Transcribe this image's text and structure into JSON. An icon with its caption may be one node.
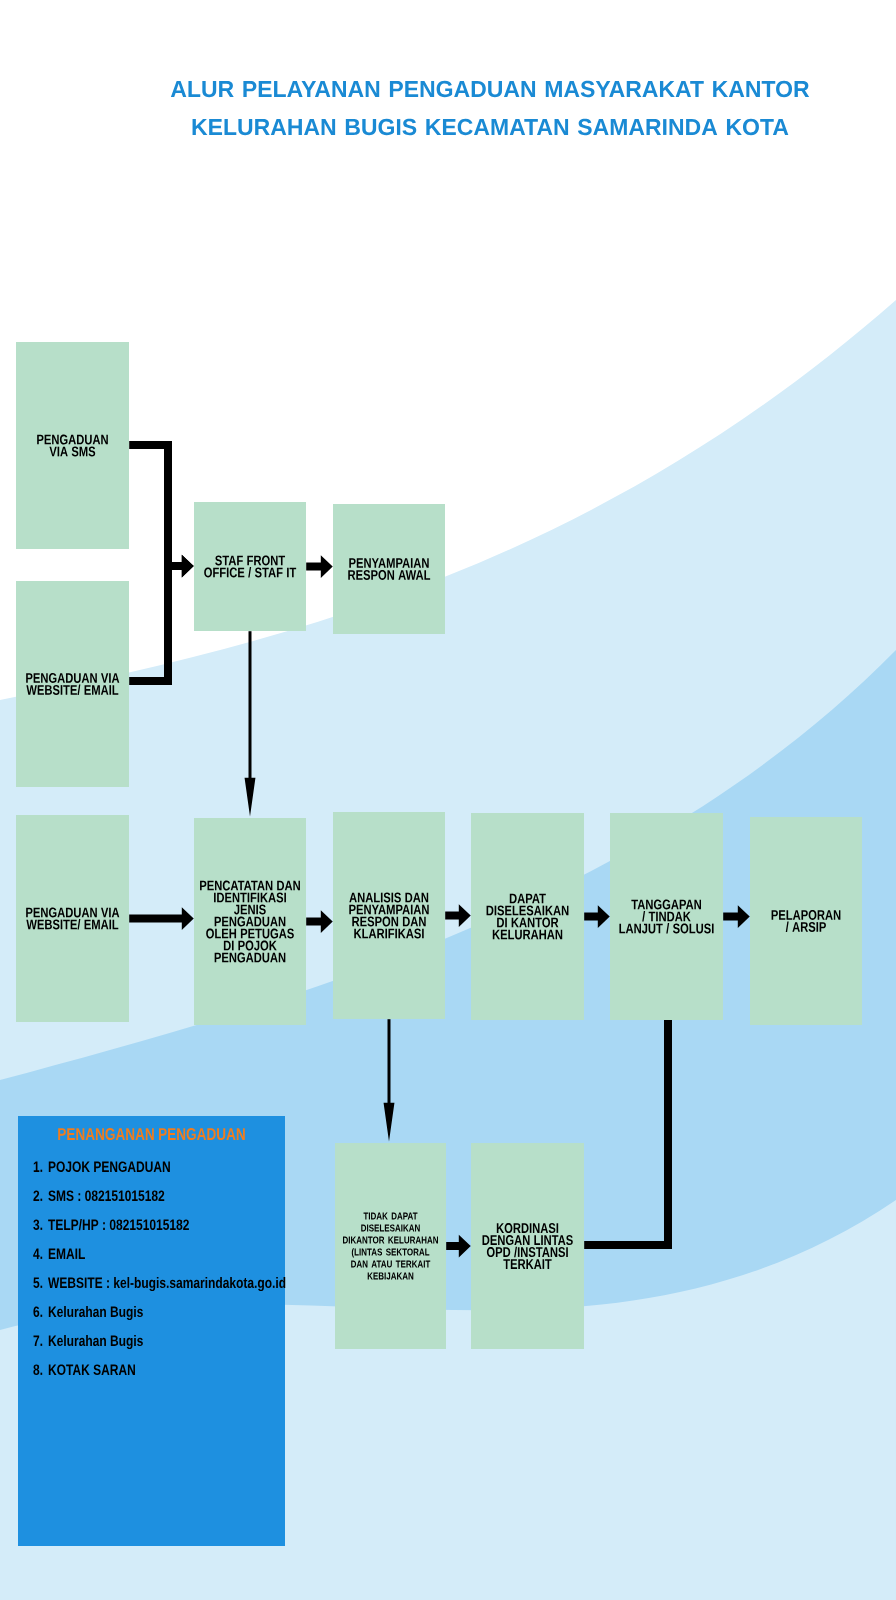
{
  "diagram": {
    "title": "ALUR PELAYANAN PENGADUAN MASYARAKAT KANTOR KELURAHAN BUGIS KECAMATAN SAMARINDA KOTA",
    "nodes": [
      {
        "text": [
          "PENGADUAN VIA SMS"
        ]
      },
      {
        "text": [
          "PENGADUAN VIA WEBSITE/ EMAIL"
        ]
      },
      {
        "text": [
          "STAF FRONT OFFICE / STAF IT"
        ]
      },
      {
        "text": [
          "PENYAMPAIAN RESPON AWAL"
        ]
      },
      {
        "text": [
          "PENGADUAN VIA WEBSITE/ EMAIL"
        ]
      },
      {
        "text": [
          "PENCATATAN DAN IDENTIFIKASI JENIS PENGADUAN OLEH PETUGAS DI POJOK PENGADUAN"
        ]
      },
      {
        "text": [
          "ANALISIS DAN PENYAMPAIAN RESPON DAN KLARIFIKASI"
        ]
      },
      {
        "text": [
          "DAPAT DISELESAIKAN DI KANTOR KELURAHAN"
        ]
      },
      {
        "text": [
          "TANGGAPAN / TINDAK LANJUT / SOLUSI"
        ]
      },
      {
        "text": [
          "PELAPORAN / ARSIP"
        ]
      },
      {
        "text": [
          "TIDAK DAPAT DISELESAIKAN DIKANTOR KELURAHAN (LINTAS SEKTORAL DAN ATAU TERKAIT KEBIJAKAN"
        ]
      },
      {
        "text": [
          "KORDINASI DENGAN LINTAS OPD /INSTANSI TERKAIT"
        ]
      },
      {
        "text": [
          "PENANGANAN PENGADUAN",
          "1. POJOK PENGADUAN",
          "2. SMS : 082151015182",
          "3. TELP/HP : 082151015182",
          "4. EMAIL",
          "5. WEBSITE : kel-bugis.samarindakota.go.id",
          "6. Kelurahan Bugis",
          "7. Kelurahan Bugis",
          "8. KOTAK SARAN"
        ]
      }
    ],
    "edges": [
      {
        "from": 0,
        "to": 2,
        "arrow": "to"
      },
      {
        "from": 1,
        "to": 2,
        "arrow": "to"
      },
      {
        "from": 2,
        "to": 3,
        "arrow": "to"
      },
      {
        "from": 2,
        "to": 5,
        "arrow": "to"
      },
      {
        "from": 4,
        "to": 5,
        "arrow": "to"
      },
      {
        "from": 5,
        "to": 6,
        "arrow": "to"
      },
      {
        "from": 6,
        "to": 7,
        "arrow": "to"
      },
      {
        "from": 7,
        "to": 8,
        "arrow": "to"
      },
      {
        "from": 8,
        "to": 9,
        "arrow": "to"
      },
      {
        "from": 6,
        "to": 10,
        "arrow": "to"
      },
      {
        "from": 10,
        "to": 11,
        "arrow": "to"
      },
      {
        "from": 11,
        "to": 8,
        "arrow": "none"
      }
    ]
  }
}
